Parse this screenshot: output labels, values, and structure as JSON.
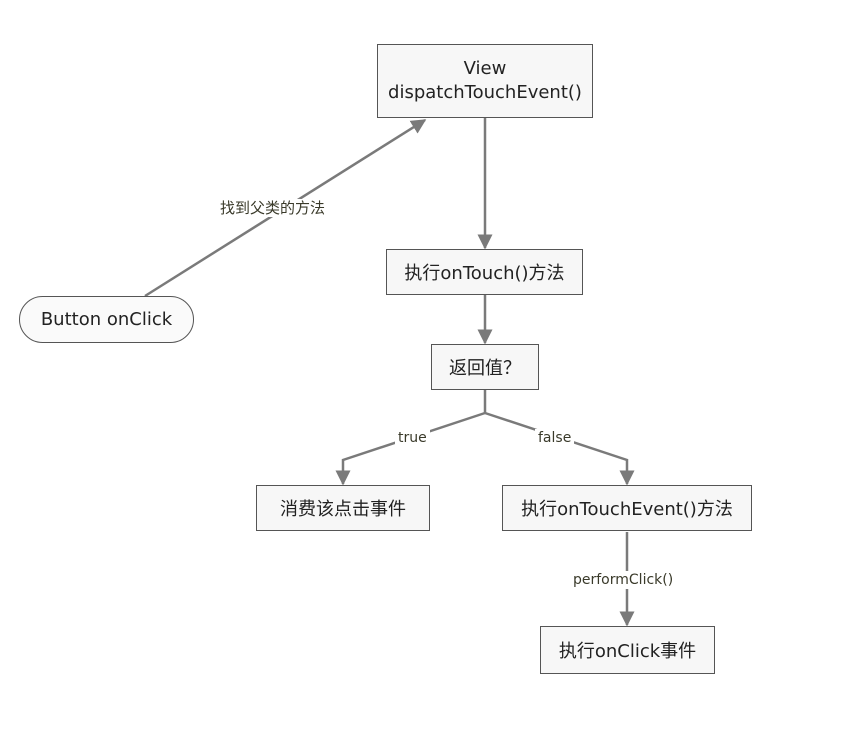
{
  "nodes": {
    "view": {
      "line1": "View",
      "line2": "dispatchTouchEvent()"
    },
    "on_touch": {
      "label": "执行onTouch()方法"
    },
    "return_value": {
      "label": "返回值？"
    },
    "consume": {
      "label": "消费该点击事件"
    },
    "on_touch_event": {
      "label": "执行onTouchEvent()方法"
    },
    "on_click": {
      "label": "执行onClick事件"
    },
    "button": {
      "label": "Button onClick"
    }
  },
  "edges": {
    "find_parent": "找到父类的方法",
    "true": "true",
    "false": "false",
    "perform_click": "performClick()"
  },
  "colors": {
    "stroke": "#7a7a7a",
    "node_fill": "#f7f7f7",
    "node_border": "#555555"
  }
}
